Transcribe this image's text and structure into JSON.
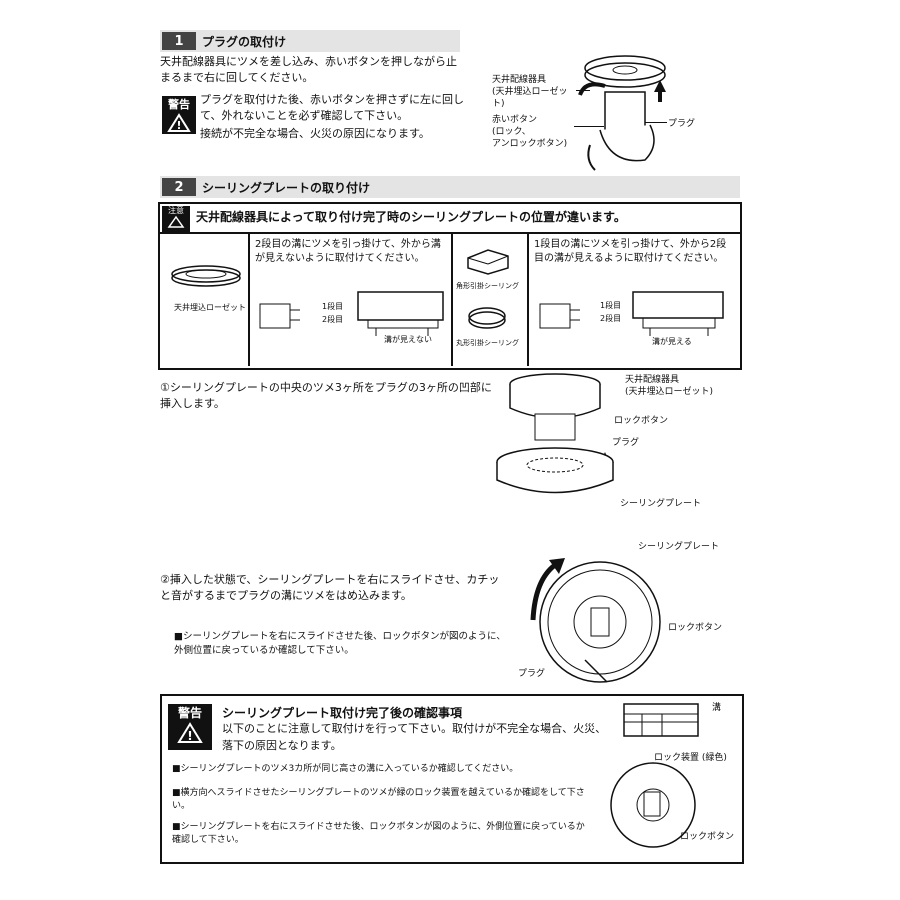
{
  "section1": {
    "number": "1",
    "title": "プラグの取付け",
    "instruction": "天井配線器具にツメを差し込み、赤いボタンを押しながら止まるまで右に回してください。",
    "warning_label": "警告",
    "warning_text_1": "プラグを取付けた後、赤いボタンを押さずに左に回して、外れないことを必ず確認して下さい。",
    "warning_text_2": "接続が不完全な場合、火災の原因になります。",
    "fig_label_rosette": "天井配線器具\n(天井埋込ローゼット)",
    "fig_label_button": "赤いボタン\n(ロック、\nアンロックボタン)",
    "fig_label_plug": "プラグ"
  },
  "section2": {
    "number": "2",
    "title": "シーリングプレートの取り付け",
    "caution_label": "注意",
    "caution_text": "天井配線器具によって取り付け完了時のシーリングプレートの位置が違います。",
    "cell1_label": "天井埋込ローゼット",
    "cell2_text": "2段目の溝にツメを引っ掛けて、外から溝が見えないように取付けてください。",
    "cell2_tier1": "1段目",
    "cell2_tier2": "2段目",
    "cell2_note": "溝が見えない",
    "cell3_label1": "角形引掛シーリング",
    "cell3_label2": "丸形引掛シーリング",
    "cell4_text": "1段目の溝にツメを引っ掛けて、外から2段目の溝が見えるように取付けてください。",
    "cell4_tier1": "1段目",
    "cell4_tier2": "2段目",
    "cell4_note": "溝が見える",
    "step1_text": "①シーリングプレートの中央のツメ3ヶ所をプラグの3ヶ所の凹部に挿入します。",
    "step1_fig_rosette": "天井配線器具\n(天井埋込ローゼット)",
    "step1_fig_lock": "ロックボタン",
    "step1_fig_plug": "プラグ",
    "step1_fig_plate": "シーリングプレート",
    "step2_text": "②挿入した状態で、シーリングプレートを右にスライドさせ、カチッと音がするまでプラグの溝にツメをはめ込みます。",
    "step2_note": "■シーリングプレートを右にスライドさせた後、ロックボタンが図のように、外側位置に戻っているか確認して下さい。",
    "step2_fig_plate": "シーリングプレート",
    "step2_fig_lock": "ロックボタン",
    "step2_fig_plug": "プラグ"
  },
  "final_warning": {
    "label": "警告",
    "title": "シーリングプレート取付け完了後の確認事項",
    "text": "以下のことに注意して取付けを行って下さい。取付けが不完全な場合、火災、落下の原因となります。",
    "check1": "■シーリングプレートのツメ3カ所が同じ高さの溝に入っているか確認してください。",
    "check2": "■横方向へスライドさせたシーリングプレートのツメが緑のロック装置を越えているか確認をして下さい。",
    "check3": "■シーリングプレートを右にスライドさせた後、ロックボタンが図のように、外側位置に戻っているか確認して下さい。",
    "fig_groove": "溝",
    "fig_lock_device": "ロック装置 (緑色)",
    "fig_lock_button": "ロックボタン"
  }
}
